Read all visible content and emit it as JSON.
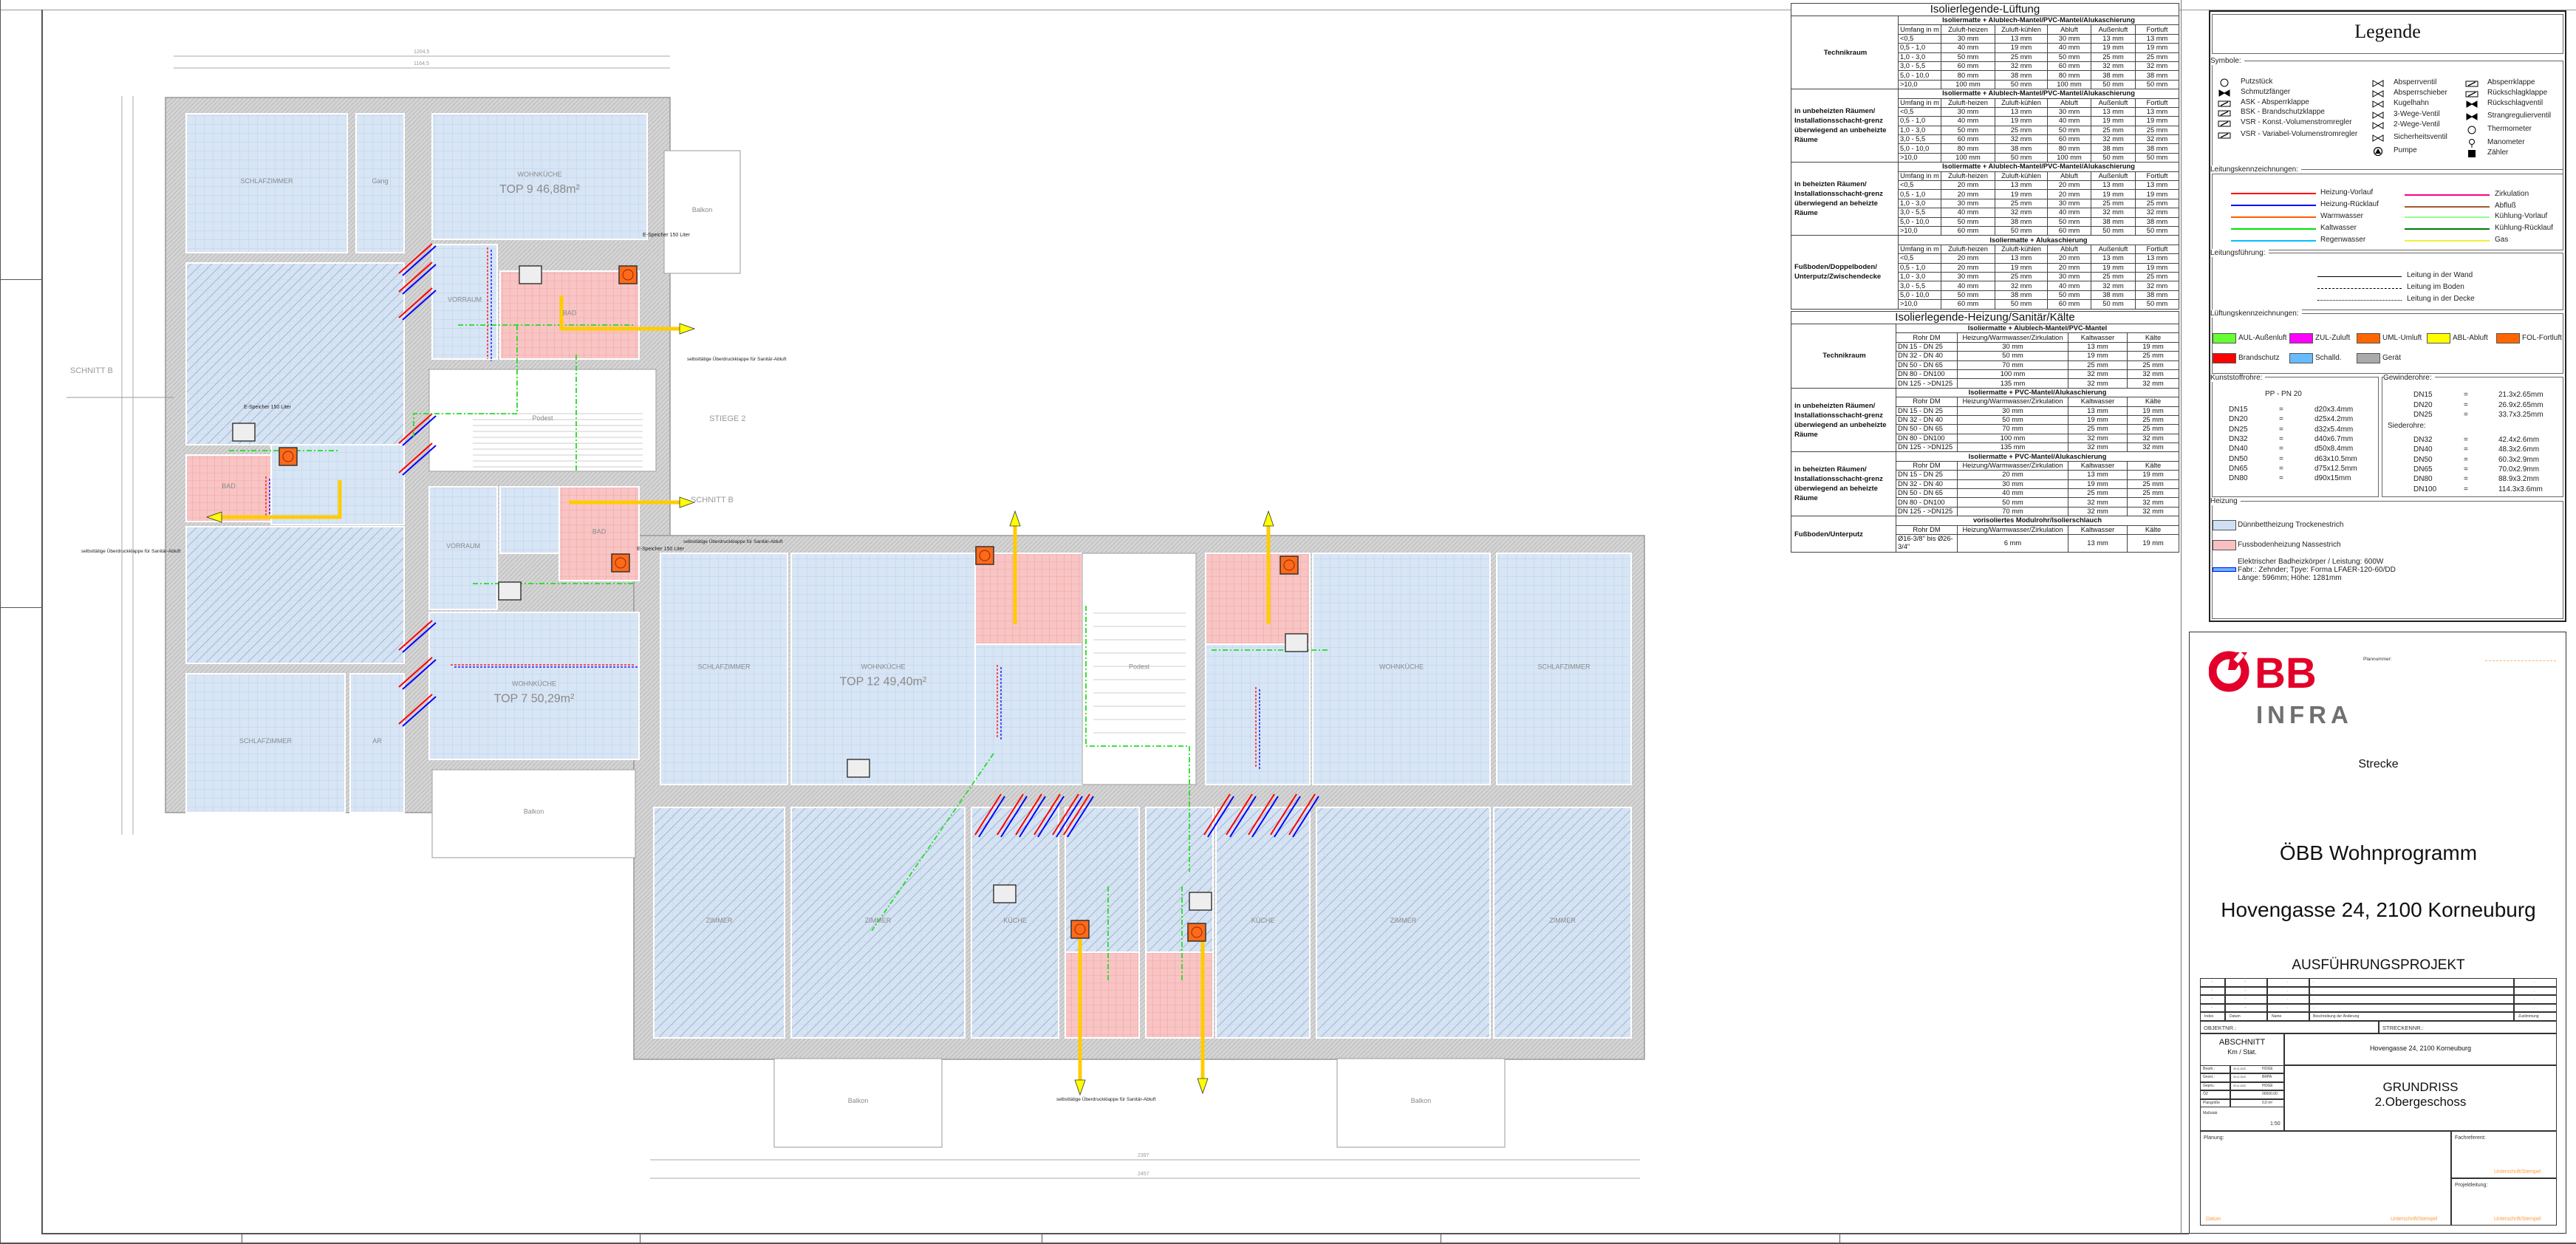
{
  "plan": {
    "rooms": [
      {
        "label": "SCHLAFZIMMER"
      },
      {
        "label": "Gang"
      },
      {
        "label": "WOHNKÜCHE"
      },
      {
        "label": "TOP 9  46,88m²"
      },
      {
        "label": "VORRAUM"
      },
      {
        "label": "BAD"
      },
      {
        "label": "Podest"
      },
      {
        "label": "BAD"
      },
      {
        "label": "BAD"
      },
      {
        "label": "VORRAUM"
      },
      {
        "label": "WOHNKÜCHE"
      },
      {
        "label": "TOP 7  50,29m²"
      },
      {
        "label": "SCHLAFZIMMER"
      },
      {
        "label": "AR"
      },
      {
        "label": "Balkon"
      },
      {
        "label": "Balkon"
      },
      {
        "label": "SCHLAFZIMMER"
      },
      {
        "label": "WOHNKÜCHE"
      },
      {
        "label": "TOP 12  49,40m²"
      },
      {
        "label": "Podest"
      },
      {
        "label": "WOHNKÜCHE"
      },
      {
        "label": "SCHLAFZIMMER"
      },
      {
        "label": "ZIMMER"
      },
      {
        "label": "ZIMMER"
      },
      {
        "label": "KÜCHE"
      },
      {
        "label": "KÜCHE"
      },
      {
        "label": "ZIMMER"
      },
      {
        "label": "ZIMMER"
      },
      {
        "label": "Balkon"
      },
      {
        "label": "Balkon"
      }
    ],
    "annotations": [
      {
        "text": "E-Speicher 150 Liter"
      },
      {
        "text": "E-Speicher 150 Liter"
      },
      {
        "text": "E-Speicher 150 Liter"
      },
      {
        "text": "selbsttätige Überdruckklappe für Sanitär-Abluft"
      },
      {
        "text": "selbsttätige Überdruckklappe für Sanitär-Abluft"
      },
      {
        "text": "selbsttätige Überdruckklappe für Sanitär-Abluft"
      },
      {
        "text": "selbsttätige Überdruckklappe für Sanitär-Abluft"
      },
      {
        "text": "SCHNITT B"
      },
      {
        "text": "SCHNITT B"
      },
      {
        "text": "STIEGE 2"
      },
      {
        "text": "1204,5"
      },
      {
        "text": "1164,5"
      },
      {
        "text": "2397"
      },
      {
        "text": "2457"
      }
    ]
  },
  "isolation_ventilation": {
    "title": "Isolierlegende-Lüftung",
    "columns": [
      "Umfang in m",
      "Zuluft-heizen",
      "Zuluft-kühlen",
      "Abluft",
      "Außenluft",
      "Fortluft"
    ],
    "sections": [
      {
        "area": "Technikraum",
        "material": "Isoliermatte + Alublech-Mantel/PVC-Mantel/Alukaschierung",
        "rows": [
          [
            "<0,5",
            "30 mm",
            "13 mm",
            "30 mm",
            "13 mm",
            "13 mm"
          ],
          [
            "0,5 - 1,0",
            "40 mm",
            "19 mm",
            "40 mm",
            "19 mm",
            "19 mm"
          ],
          [
            "1,0 - 3,0",
            "50 mm",
            "25 mm",
            "50 mm",
            "25 mm",
            "25 mm"
          ],
          [
            "3,0 - 5,5",
            "60 mm",
            "32 mm",
            "60 mm",
            "32 mm",
            "32 mm"
          ],
          [
            "5,0 - 10,0",
            "80 mm",
            "38 mm",
            "80 mm",
            "38 mm",
            "38 mm"
          ],
          [
            ">10,0",
            "100 mm",
            "50 mm",
            "100 mm",
            "50 mm",
            "50 mm"
          ]
        ]
      },
      {
        "area": "in unbeheizten Räumen/ Installationsschacht-grenz überwiegend an unbeheizte Räume",
        "material": "Isoliermatte + Alublech-Mantel/PVC-Mantel/Alukaschierung",
        "rows": [
          [
            "<0,5",
            "30 mm",
            "13 mm",
            "30 mm",
            "13 mm",
            "13 mm"
          ],
          [
            "0,5 - 1,0",
            "40 mm",
            "19 mm",
            "40 mm",
            "19 mm",
            "19 mm"
          ],
          [
            "1,0 - 3,0",
            "50 mm",
            "25 mm",
            "50 mm",
            "25 mm",
            "25 mm"
          ],
          [
            "3,0 - 5,5",
            "60 mm",
            "32 mm",
            "60 mm",
            "32 mm",
            "32 mm"
          ],
          [
            "5,0 - 10,0",
            "80 mm",
            "38 mm",
            "80 mm",
            "38 mm",
            "38 mm"
          ],
          [
            ">10,0",
            "100 mm",
            "50 mm",
            "100 mm",
            "50 mm",
            "50 mm"
          ]
        ]
      },
      {
        "area": "in beheizten Räumen/ Installationsschacht-grenz überwiegend an beheizte Räume",
        "material": "Isoliermatte + Alublech-Mantel/PVC-Mantel/Alukaschierung",
        "rows": [
          [
            "<0,5",
            "20 mm",
            "13 mm",
            "20 mm",
            "13 mm",
            "13 mm"
          ],
          [
            "0,5 - 1,0",
            "20 mm",
            "19 mm",
            "20 mm",
            "19 mm",
            "19 mm"
          ],
          [
            "1,0 - 3,0",
            "30 mm",
            "25 mm",
            "30 mm",
            "25 mm",
            "25 mm"
          ],
          [
            "3,0 - 5,5",
            "40 mm",
            "32 mm",
            "40 mm",
            "32 mm",
            "32 mm"
          ],
          [
            "5,0 - 10,0",
            "50 mm",
            "38 mm",
            "50 mm",
            "38 mm",
            "38 mm"
          ],
          [
            ">10,0",
            "60 mm",
            "50 mm",
            "60 mm",
            "50 mm",
            "50 mm"
          ]
        ]
      },
      {
        "area": "Fußboden/Doppelboden/ Unterputz/Zwischendecke",
        "material": "Isoliermatte + Alukaschierung",
        "rows": [
          [
            "<0,5",
            "20 mm",
            "13 mm",
            "20 mm",
            "13 mm",
            "13 mm"
          ],
          [
            "0,5 - 1,0",
            "20 mm",
            "19 mm",
            "20 mm",
            "19 mm",
            "19 mm"
          ],
          [
            "1,0 - 3,0",
            "30 mm",
            "25 mm",
            "30 mm",
            "25 mm",
            "25 mm"
          ],
          [
            "3,0 - 5,5",
            "40 mm",
            "32 mm",
            "40 mm",
            "32 mm",
            "32 mm"
          ],
          [
            "5,0 - 10,0",
            "50 mm",
            "38 mm",
            "50 mm",
            "38 mm",
            "38 mm"
          ],
          [
            ">10,0",
            "60 mm",
            "50 mm",
            "60 mm",
            "50 mm",
            "50 mm"
          ]
        ]
      }
    ]
  },
  "isolation_heating": {
    "title": "Isolierlegende-Heizung/Sanitär/Kälte",
    "columns": [
      "Rohr DM",
      "Heizung/Warmwasser/Zirkulation",
      "Kaltwasser",
      "Kälte"
    ],
    "sections": [
      {
        "area": "Technikraum",
        "material": "Isoliermatte + Alublech-Mantel/PVC-Mantel",
        "rows": [
          [
            "DN 15 - DN 25",
            "30 mm",
            "13 mm",
            "19 mm"
          ],
          [
            "DN 32 - DN 40",
            "50 mm",
            "19 mm",
            "25 mm"
          ],
          [
            "DN 50 - DN 65",
            "70 mm",
            "25 mm",
            "25 mm"
          ],
          [
            "DN 80 - DN100",
            "100 mm",
            "32 mm",
            "32 mm"
          ],
          [
            "DN 125 - >DN125",
            "135 mm",
            "32 mm",
            "32 mm"
          ]
        ]
      },
      {
        "area": "in unbeheizten Räumen/ Installationsschacht-grenz überwiegend an unbeheizte Räume",
        "material": "Isoliermatte + PVC-Mantel/Alukaschierung",
        "rows": [
          [
            "DN 15 - DN 25",
            "30 mm",
            "13 mm",
            "19 mm"
          ],
          [
            "DN 32 - DN 40",
            "50 mm",
            "19 mm",
            "25 mm"
          ],
          [
            "DN 50 - DN 65",
            "70 mm",
            "25 mm",
            "25 mm"
          ],
          [
            "DN 80 - DN100",
            "100 mm",
            "32 mm",
            "32 mm"
          ],
          [
            "DN 125 - >DN125",
            "135 mm",
            "32 mm",
            "32 mm"
          ]
        ]
      },
      {
        "area": "in beheizten Räumen/ Installationsschacht-grenz überwiegend an beheizte Räume",
        "material": "Isoliermatte + PVC-Mantel/Alukaschierung",
        "rows": [
          [
            "DN 15 - DN 25",
            "20 mm",
            "13 mm",
            "19 mm"
          ],
          [
            "DN 32 - DN 40",
            "30 mm",
            "19 mm",
            "25 mm"
          ],
          [
            "DN 50 - DN 65",
            "40 mm",
            "25 mm",
            "25 mm"
          ],
          [
            "DN 80 - DN100",
            "50 mm",
            "32 mm",
            "32 mm"
          ],
          [
            "DN 125 - >DN125",
            "70 mm",
            "32 mm",
            "32 mm"
          ]
        ]
      },
      {
        "area": "Fußboden/Unterputz",
        "material": "vorisoliertes Modulrohr/Isolierschlauch",
        "rows": [
          [
            "Ø16-3/8\" bis Ø26-3/4\"",
            "6 mm",
            "13 mm",
            "19 mm"
          ]
        ]
      }
    ]
  },
  "legend": {
    "title": "Legende",
    "symbols_caption": "Symbole:",
    "symbols": [
      [
        {
          "label": "Putzstück",
          "icon": "cleanout"
        },
        {
          "label": "Schmutzfänger",
          "icon": "strainer"
        },
        {
          "label": "ASK  - Absperrklappe",
          "icon": "damper"
        },
        {
          "label": "BSK  - Brandschutzklappe",
          "icon": "fire-damper"
        },
        {
          "label": "VSR  - Konst.-Volumenstromregler",
          "icon": "const-flow"
        },
        {
          "label": "VSR  - Variabel-Volumenstromregler",
          "icon": "var-flow"
        }
      ],
      [
        {
          "label": "Absperrventil",
          "icon": "valve"
        },
        {
          "label": "Absperrschieber",
          "icon": "gate-valve"
        },
        {
          "label": "Kugelhahn",
          "icon": "ball-valve"
        },
        {
          "label": "3-Wege-Ventil",
          "icon": "3way-valve"
        },
        {
          "label": "2-Wege-Ventil",
          "icon": "2way-valve"
        },
        {
          "label": "Sicherheitsventil",
          "icon": "safety-valve"
        },
        {
          "label": "Pumpe",
          "icon": "pump"
        }
      ],
      [
        {
          "label": "Absperrklappe",
          "icon": "shutoff-flap"
        },
        {
          "label": "Rückschlagklappe",
          "icon": "check-flap"
        },
        {
          "label": "Rückschlagventil",
          "icon": "check-valve"
        },
        {
          "label": "Strangregulierventil",
          "icon": "balancing-valve"
        },
        {
          "label": "Thermometer",
          "icon": "thermometer"
        },
        {
          "label": "Manometer",
          "icon": "manometer"
        },
        {
          "label": "Zähler",
          "icon": "meter"
        }
      ]
    ],
    "lines_caption": "Leitungskennzeichnungen:",
    "lines": [
      [
        {
          "label": "Heizung-Vorlauf",
          "color": "#ff0000"
        },
        {
          "label": "Heizung-Rücklauf",
          "color": "#0000ff"
        },
        {
          "label": "Warmwasser",
          "color": "#ff5a00"
        },
        {
          "label": "Kaltwasser",
          "color": "#00e000"
        },
        {
          "label": "Regenwasser",
          "color": "#00c0ff"
        }
      ],
      [
        {
          "label": "Zirkulation",
          "color": "#ff0080"
        },
        {
          "label": "Abfluß",
          "color": "#a05a2c"
        },
        {
          "label": "Kühlung-Vorlauf",
          "color": "#90ff90"
        },
        {
          "label": "Kühlung-Rücklauf",
          "color": "#007a00"
        },
        {
          "label": "Gas",
          "color": "#f0f040"
        }
      ]
    ],
    "routing_caption": "Leitungsführung:",
    "routing": [
      {
        "label": "Leitung in der Wand",
        "style": "solid"
      },
      {
        "label": "Leitung im Boden",
        "style": "dashed"
      },
      {
        "label": "Leitung in der Decke",
        "style": "dashdot"
      }
    ],
    "ventilation_caption": "Lüftungskennzeichnungen:",
    "ventilation": [
      {
        "label": "AUL-Außenluft",
        "color": "#66ff33"
      },
      {
        "label": "ZUL-Zuluft",
        "color": "#ff00ff"
      },
      {
        "label": "UML-Umluft",
        "color": "#ff6600"
      },
      {
        "label": "ABL-Abluft",
        "color": "#ffff00"
      },
      {
        "label": "FOL-Fortluft",
        "color": "#ff6600"
      },
      {
        "label": "Brandschutz",
        "color": "#ff0000"
      },
      {
        "label": "Schalld.",
        "color": "#66bbff"
      },
      {
        "label": "Gerät",
        "color": "#aaaaaa"
      }
    ],
    "plastic_caption": "Kunststoffrohre:",
    "plastic_type": "PP  -  PN 20",
    "plastic": [
      [
        "DN15",
        "=",
        "d20x3.4mm"
      ],
      [
        "DN20",
        "=",
        "d25x4.2mm"
      ],
      [
        "DN25",
        "=",
        "d32x5.4mm"
      ],
      [
        "DN32",
        "=",
        "d40x6.7mm"
      ],
      [
        "DN40",
        "=",
        "d50x8.4mm"
      ],
      [
        "DN50",
        "=",
        "d63x10.5mm"
      ],
      [
        "DN65",
        "=",
        "d75x12.5mm"
      ],
      [
        "DN80",
        "=",
        "d90x15mm"
      ]
    ],
    "threaded_caption": "Gewinderohre:",
    "threaded": [
      [
        "DN15",
        "=",
        "21.3x2.65mm"
      ],
      [
        "DN20",
        "=",
        "26.9x2.65mm"
      ],
      [
        "DN25",
        "=",
        "33.7x3.25mm"
      ]
    ],
    "seamless_caption": "Siederohre:",
    "seamless": [
      [
        "DN32",
        "=",
        "42.4x2.6mm"
      ],
      [
        "DN40",
        "=",
        "48.3x2.6mm"
      ],
      [
        "DN50",
        "=",
        "60.3x2.9mm"
      ],
      [
        "DN65",
        "=",
        "70.0x2.9mm"
      ],
      [
        "DN80",
        "=",
        "88.9x3.2mm"
      ],
      [
        "DN100",
        "=",
        "114.3x3.6mm"
      ]
    ],
    "heating_caption": "Heizung",
    "heating": [
      {
        "label": "Dünnbettheizung Trockenestrich",
        "color": "#cfe0f4"
      },
      {
        "label": "Fussbodenheizung Nassestrich",
        "color": "#f8c0c0"
      }
    ],
    "radiator": [
      "Elektrischer Badheizkörper / Leistung: 600W",
      "Fabr.: Zehnder; Tpye: Forma LFAER-120-60/DD",
      "Länge: 596mm; Höhe: 1281mm"
    ]
  },
  "title_block": {
    "logo_top": "ÖBB",
    "logo_bottom": "INFRA",
    "plan_number_label": "Plannummer:",
    "strecke": "Strecke",
    "project": "ÖBB Wohnprogramm",
    "address": "Hovengasse 24, 2100 Korneuburg",
    "phase": "AUSFÜHRUNGSPROJEKT",
    "revision_rows": [
      [
        "-",
        "-",
        ".",
        ".",
        "."
      ],
      [
        "-",
        "-",
        ".",
        ".",
        "."
      ],
      [
        "-",
        "-",
        ".",
        ".",
        "."
      ],
      [
        "-",
        "-",
        ".",
        ".",
        "."
      ]
    ],
    "revision_header": [
      "Index",
      "Datum",
      "Name",
      "Beschreibung der Änderung",
      "Zustimmung"
    ],
    "objekt_label": "OBJEKTNR.:",
    "strecken_label": "STRECKENNR.:",
    "abschnitt": "ABSCHNITT",
    "km": "Km / Stat.",
    "address_small": "Hovengasse 24, 2100 Korneuburg",
    "drawing_title": "GRUNDRISS",
    "drawing_subtitle": "2.Obergeschoss",
    "info": [
      [
        "Bearb.:",
        "09.11.2022",
        "HOGE"
      ],
      [
        "Gezei.:",
        "09.11.2022",
        "BRPA"
      ],
      [
        "Geprü.:",
        "09.11.2022",
        "HOGE"
      ],
      [
        "ÖZ",
        "",
        "00000.00"
      ],
      [
        "Plangröße",
        "",
        "0,0 m²"
      ]
    ],
    "scale_label": "Maßstab",
    "scale": "1:50",
    "planung": "Planung:",
    "datum": "Datum",
    "signature": "Unterschrift/Stempel",
    "fachreferent": "Fachreferent:",
    "projektleitung": "Projektleitung:"
  }
}
